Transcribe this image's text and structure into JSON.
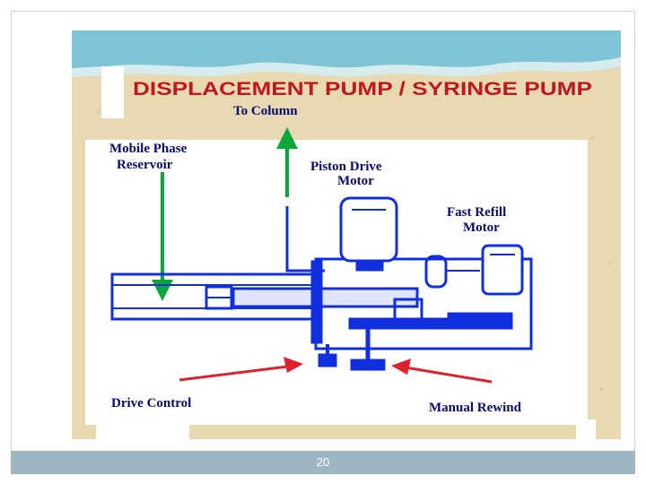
{
  "diagram": {
    "title": "DISPLACEMENT PUMP / SYRINGE PUMP",
    "labels": {
      "to_column": "To Column",
      "reservoir_line1": "Mobile Phase",
      "reservoir_line2": "Reservoir",
      "piston_line1": "Piston Drive",
      "piston_line2": "Motor",
      "refill_line1": "Fast Refill",
      "refill_line2": "Motor",
      "drive_control": "Drive Control",
      "manual_rewind": "Manual Rewind"
    },
    "colors": {
      "title": "#c0181c",
      "labels": "#0a0a6e",
      "pump_lines": "#1030e0",
      "green_arrows": "#0aa83a",
      "red_arrows": "#e0202a",
      "background": "#e8d9b3",
      "sea": "#7fc4d6"
    }
  },
  "footer": {
    "page_number": "20"
  }
}
